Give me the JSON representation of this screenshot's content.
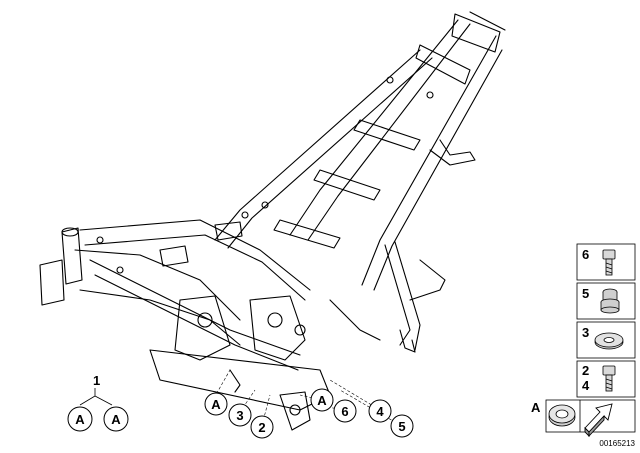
{
  "diagram_number": "00165213",
  "group_label": "1",
  "callouts": {
    "group_a_left": "A",
    "group_a_right": "A",
    "c_a1": "A",
    "c_3": "3",
    "c_2": "2",
    "c_a2": "A",
    "c_6": "6",
    "c_4": "4",
    "c_5": "5"
  },
  "legend": [
    {
      "number": "6",
      "part": "bolt"
    },
    {
      "number": "5",
      "part": "rubber-mount"
    },
    {
      "number": "3",
      "part": "washer"
    },
    {
      "number": "2",
      "part": "screw",
      "extra": "4"
    },
    {
      "number": "A",
      "part": "bushing"
    }
  ]
}
